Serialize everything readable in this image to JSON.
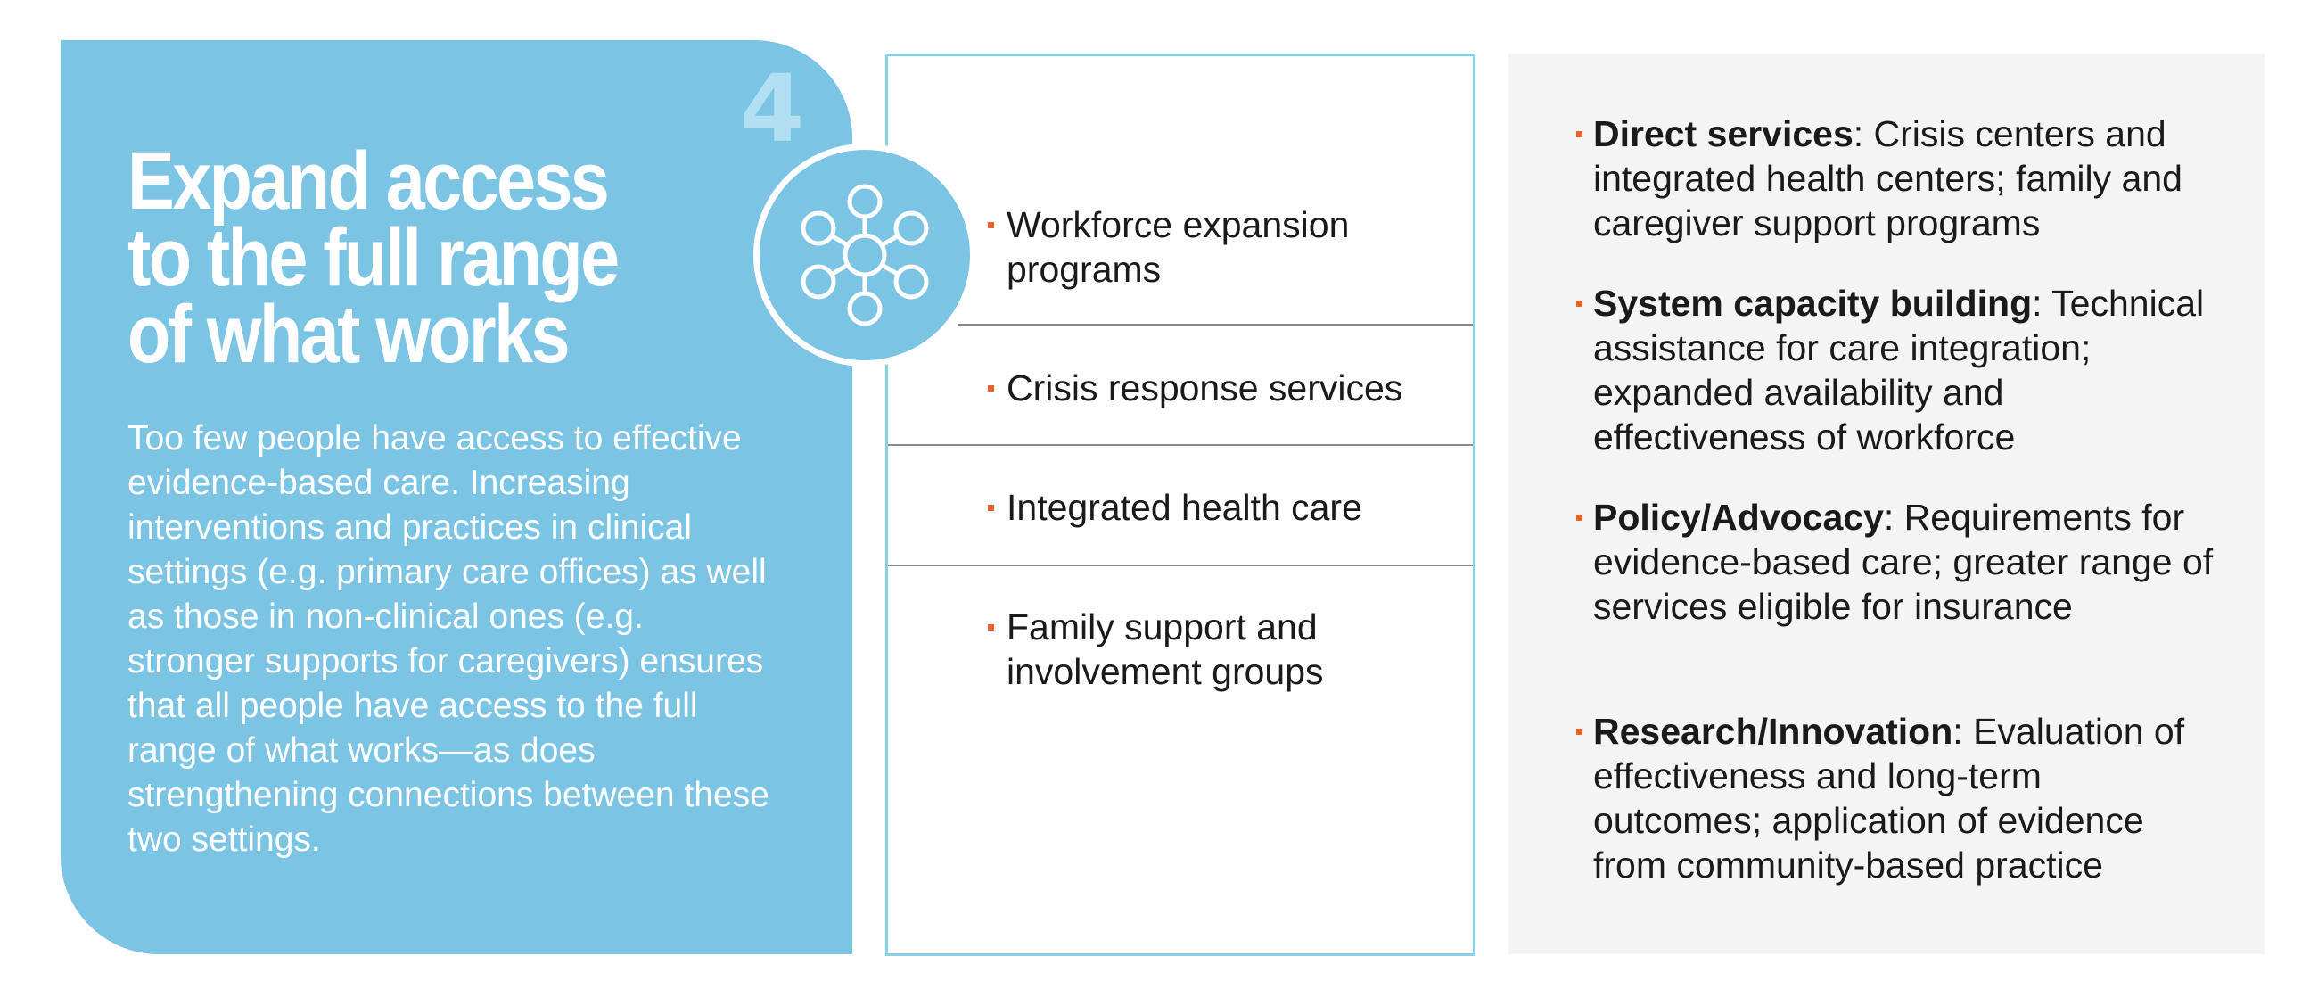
{
  "panel": {
    "number": "4",
    "title": "Expand access to the full range of what works",
    "body": "Too few people have access to effective evidence-based care. Increasing interventions and practices in clinical settings (e.g. primary care offices) as well as those in non-clinical ones (e.g. stronger supports for caregivers) ensures that all people have access to the full range of what works—as does strengthening connections between these two settings.",
    "icon": "network-hub-icon"
  },
  "programs": [
    "Workforce expansion programs",
    "Crisis response services",
    "Integrated health care",
    "Family support and involvement groups"
  ],
  "strategies": [
    {
      "label": "Direct services",
      "text": ": Crisis centers and integrated health centers; family and caregiver support programs"
    },
    {
      "label": "System capacity building",
      "text": ": Technical assistance for care integration; expanded availability and effectiveness of workforce"
    },
    {
      "label": "Policy/Advocacy",
      "text": ": Requirements for evidence-based care; greater range of services eligible for insurance"
    },
    {
      "label": "Research/Innovation",
      "text": ": Evaluation of effectiveness and long-term outcomes; application of evidence from community-based practice"
    }
  ],
  "colors": {
    "panel_blue": "#7cc4e4",
    "number_light_blue": "#b3dff2",
    "border_blue": "#8acfe8",
    "bullet_orange": "#e8622b",
    "right_panel_gray": "#f4f4f4"
  }
}
